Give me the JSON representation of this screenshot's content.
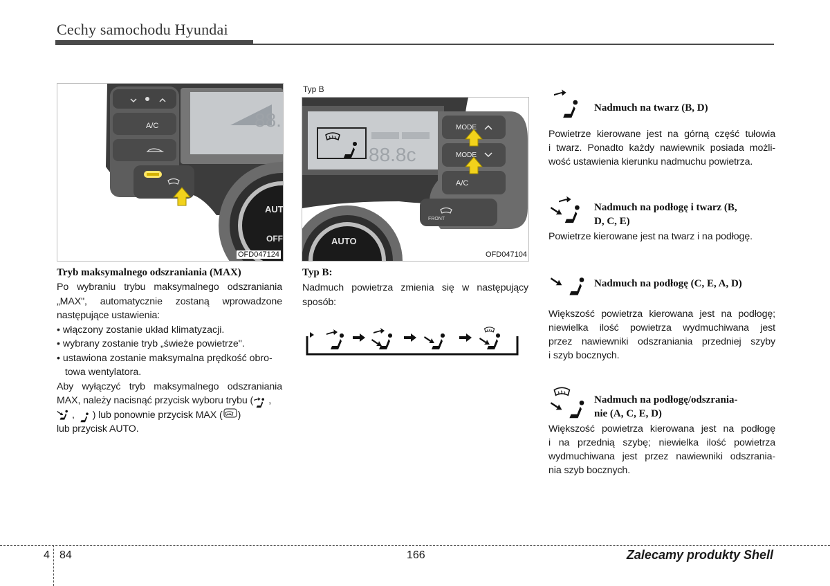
{
  "header": {
    "title": "Cechy samochodu Hyundai"
  },
  "left_column": {
    "photo_code": "OFD047124",
    "photo_labels": {
      "ac": "A/C",
      "auto": "AUT",
      "off": "OFF"
    },
    "heading": "Tryb maksymalnego odszraniania (MAX)",
    "intro_lines": [
      "Po wybraniu trybu maksymalnego odszraniania",
      "„MAX\", automatycznie zostaną wprowadzone",
      "następujące ustawienia:"
    ],
    "bullets": [
      "• włączony zostanie układ klimatyzacji.",
      "• wybrany zostanie tryb „świeże powietrze\".",
      "• ustawiona zostanie maksymalna prędkość obro-",
      "   towa wentylatora."
    ],
    "outro_lines": [
      "Aby wyłączyć tryb maksymalnego odszraniania",
      "MAX, należy nacisnąć przycisk wyboru trybu (",
      ",",
      ") lub ponownie przycisk MAX (",
      ")",
      "lub przycisk AUTO."
    ]
  },
  "middle_column": {
    "typ_label": "Typ B",
    "photo_code": "OFD047104",
    "photo_labels": {
      "mode_up": "MODE",
      "mode_down": "MODE",
      "ac": "A/C",
      "auto": "AUTO",
      "front": "FRONT",
      "display_temp": "88.8c"
    },
    "heading": "Typ B:",
    "text_lines": [
      "Nadmuch powietrza zmienia się w następujący",
      "sposób:"
    ]
  },
  "right_column": {
    "modes": [
      {
        "heading": "Nadmuch na twarz (B, D)",
        "text": [
          "Powietrze kierowane jest na górną część tułowia",
          "i twarz. Ponadto każdy nawiewnik posiada możli-",
          "wość ustawienia kierunku nadmuchu powietrza."
        ]
      },
      {
        "heading_1": "Nadmuch na podłogę i twarz (B,",
        "heading_2": "D, C, E)",
        "text": [
          "Powietrze kierowane jest na twarz i na podłogę."
        ]
      },
      {
        "heading": "Nadmuch na podłogę (C, E, A, D)",
        "text": [
          "Większość powietrza kierowana jest na podłogę;",
          "niewielka ilość powietrza wydmuchiwana jest",
          "przez nawiewniki odszraniania przedniej szyby",
          "i szyb bocznych."
        ]
      },
      {
        "heading_1": "Nadmuch na podłogę/odszrania-",
        "heading_2": "nie (A, C, E, D)",
        "text": [
          "Większość powietrza kierowana jest na podłogę",
          "i na przednią szybę; niewielka ilość powietrza",
          "wydmuchiwana jest przez nawiewniki odszrania-",
          "nia szyb bocznych."
        ]
      }
    ]
  },
  "footer": {
    "chapter": "4",
    "page": "84",
    "number": "166",
    "brand": "Zalecamy produkty Shell"
  },
  "colors": {
    "rule": "#4a4a4a",
    "arrow_yellow": "#f2d21b",
    "panel_dark": "#2b2b2b",
    "lcd": "#c9cccf"
  }
}
